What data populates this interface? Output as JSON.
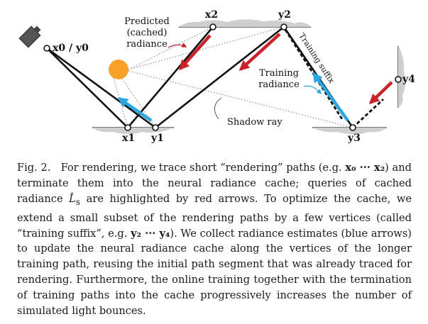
{
  "figure": {
    "labels": {
      "x0_y0": "x0 / y0",
      "x1": "x1",
      "y1": "y1",
      "x2": "x2",
      "y2": "y2",
      "y3": "y3",
      "y4": "y4",
      "predicted": "Predicted",
      "cached": "(cached)",
      "radiance": "radiance",
      "training": "Training",
      "training_radiance": "radiance",
      "training_suffix": "Training suffix",
      "shadow_ray": "Shadow ray"
    },
    "colors": {
      "red_arrow": "#c8222a",
      "blue_arrow": "#2aa6e0",
      "light": "#f7a12a",
      "surface": "#c9c9c9",
      "path": "#111111"
    }
  },
  "caption": {
    "fig_label": "Fig. 2.",
    "s1": "For rendering, we trace short “rendering” paths (e.g. ",
    "s1_math": "x₀ ··· x₂",
    "s2": ") and terminate them into the neural radiance cache; queries of cached radiance ",
    "ls": "L̂",
    "ls_sub": "s",
    "s3": " are highlighted by red arrows. To optimize the cache, we extend a small subset of the rendering paths by a few vertices (called “training suffix”, e.g. ",
    "s3_math": "y₂ ··· y₄",
    "s4": "). We collect radiance estimates (blue arrows) to update the neural radiance cache along the vertices of the longer training path, reusing the initial path segment that was already traced for rendering. Furthermore, the online training together with the termination of training paths into the cache progressively increases the number of simulated light bounces."
  }
}
